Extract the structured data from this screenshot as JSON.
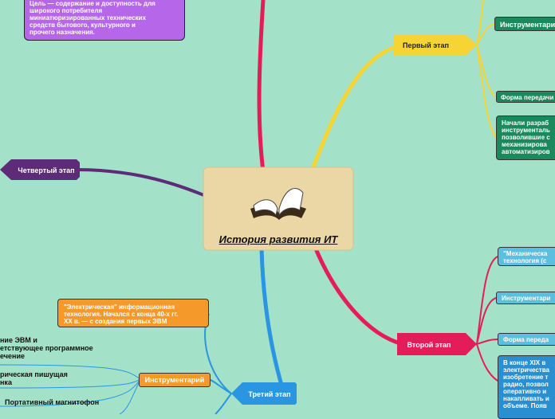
{
  "center": {
    "title": "История развития ИТ",
    "icon": "open-book-icon"
  },
  "branches": {
    "first": {
      "label": "Первый этап",
      "color": "#f5d433",
      "children": {
        "instrumentarium": "Инструментарий",
        "transfer_form": "Форма передачи",
        "began": "Начали разраб\nинструменталь\nпозволившие с\nмеханизирова\nавтоматизиров"
      }
    },
    "second": {
      "label": "Второй этап",
      "color": "#e41d5a",
      "children": {
        "mechanical": "\"Механическа\nтехнология (с",
        "instrumentarium": "Инструментари",
        "transfer_form": "Форма переда",
        "late19": "В конце XIX в\nэлектричества\nизобретение т\nрадио, позвол\nоперативно и\nнакапливать и\nобъеме. Появ"
      }
    },
    "third": {
      "label": "Третий этап",
      "color": "#2a95e0",
      "children": {
        "electric": "\"Электрическая\" информационная\nтехнология. Начался с конца 40-х гг.\nXX в. — с создания первых ЭВМ",
        "instrumentarium": "Инструментарий",
        "leaves": {
          "computers": "ние ЭВМ и\nетствующее программное\nечение",
          "typewriter": "рическая пишущая\nнка",
          "recorder": "Портативный магнитофон"
        }
      }
    },
    "fourth": {
      "label": "Четвертый этап",
      "color": "#5d2b78"
    },
    "top_note": "Цель — содержание и доступность для\nширокого потребителя\nминиатюризированных технических\nсредств бытового, культурного и\nпрочего назначения."
  }
}
